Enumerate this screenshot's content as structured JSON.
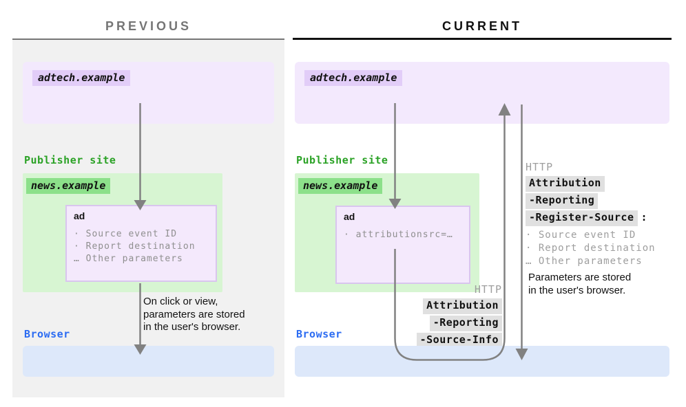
{
  "panels": {
    "previous": {
      "title": "PREVIOUS",
      "adtech_label": "adtech.example",
      "publisher_label": "Publisher site",
      "news_label": "news.example",
      "ad_title": "ad",
      "ad_bullets": "· Source event ID\n· Report destination\n… Other parameters",
      "note": "On click or view,\nparameters are stored\nin the user's browser.",
      "browser_label": "Browser"
    },
    "current": {
      "title": "CURRENT",
      "adtech_label": "adtech.example",
      "publisher_label": "Publisher site",
      "news_label": "news.example",
      "ad_title": "ad",
      "ad_bullets": "· attributionsrc=…",
      "request_header": {
        "protocol": "HTTP",
        "chips": [
          "Attribution",
          "-Reporting",
          "-Register-Source"
        ],
        "suffix": ":",
        "bullets": "· Source event ID\n· Report destination\n… Other parameters"
      },
      "note": "Parameters are stored\nin the user's browser.",
      "response_header": {
        "protocol": "HTTP",
        "chips": [
          "Attribution",
          "-Reporting",
          "-Source-Info"
        ]
      },
      "browser_label": "Browser"
    }
  },
  "colors": {
    "adtech_box": "#f3e9fd",
    "adtech_chip": "#e2cdf8",
    "publisher_box": "#d7f5d2",
    "publisher_chip": "#8ce08a",
    "publisher_text": "#2ba226",
    "browser_box": "#dde8fa",
    "browser_text": "#2c6cf2",
    "header_chip": "#e0e0e0",
    "arrow": "#818181",
    "previous_title": "#757575",
    "current_title": "#111111"
  }
}
